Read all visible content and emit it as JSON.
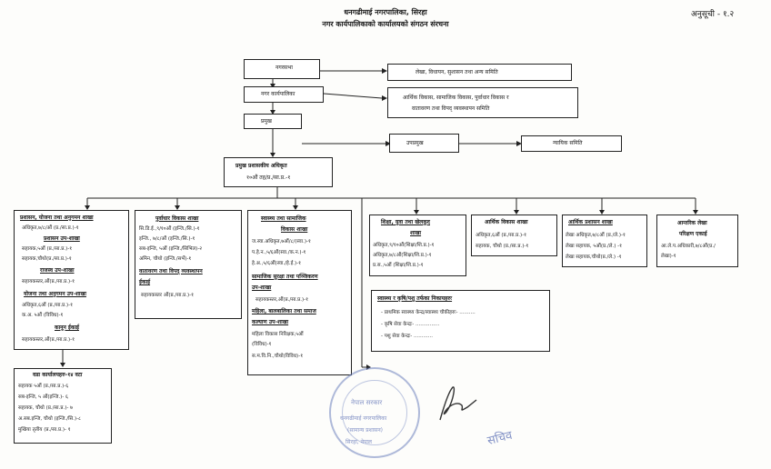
{
  "annex_label": "अनुसूची - १.२",
  "header": {
    "org": "धनगढीमाई नगरपालिका, सिरहा",
    "title": "नगर कार्यपालिकाको कार्यालयको संगठन संरचना"
  },
  "nodes": {
    "nagar_sabha": "नगरसभा",
    "nagar_sabha_committee": "लेखा, विधायन, सुशासन तथा अन्य समिति",
    "karyapalika": "नगर कार्यपालिका",
    "karyapalika_committee_1": "आर्थिक विकास, सामाजिक विकास, पुर्वाधार विकास र",
    "karyapalika_committee_2": "वातावरण तथा विपद् व्यवस्थापन समिति",
    "pramukh": "प्रमुख",
    "upapramukh": "उपप्रमुख",
    "nyayik": "न्यायिक समिति",
    "cao_1": "प्रमुख प्रशासकीय अधिकृत",
    "cao_2": "१०औं तह/प्र./सा.प्र.-१"
  },
  "branches": {
    "admin": {
      "title": "प्रशासन, योजना तथा अनुगमन शाखा",
      "l1": "अधिकृत,७/८/औं (प्र./सा.प्र.)-१",
      "sub1": "प्रशासन उप-शाखा",
      "l2": "सहायक,५औं (प्र./सा.प्र.)-१",
      "l3": "सहायक,चौथो(प्र./सा.प्र.)-१",
      "sub2": "राजस्व उप-शाखा",
      "l4": "सहायकस्तर,औं(प्र./सा.प्र.)-१",
      "sub3": "योजना तथा अनुगमन उप-शाखा",
      "l5": "अधिकृत,६औं (प्र./सा.प्र.)-१",
      "l6": "क.अ. ५औं (विविध)-१",
      "sub4": "कानून ईकाई",
      "l7": "सहायकस्तर,औं(प्र./सा.प्र.)-१"
    },
    "infra": {
      "title": "पुर्वाधार विकास शाखा",
      "l1": "सि.डि.ई.,९/१०औं (इन्जि./सि.)-१",
      "l2": "इन्जि., ७/८/औं (इन्जि./सि.)-१",
      "l3": "सब-इन्जि, ५औं (इन्जि./सिभिल)-२",
      "l4": "अमिन, चौथो (इन्जि./सर्भे)-१",
      "sub1": "वातावरण तथा विपद् व्यवस्थापन",
      "sub1b": "ईकाई",
      "l5": "सहायकस्तर औं(प्र./सा.प्र.)-१"
    },
    "health": {
      "title1": "स्वास्थ्य तथा सामाजिक",
      "title2": "विकास शाखा",
      "l1": "ज.स्वा.अधिकृत,७औं/८/(स्वा.)-१",
      "l2": "प.हे.न.,५/६औं(स्वा./क.न.)-१",
      "l3": "हे.अ.,५/६औं(स्वा./हे.ई.)-१",
      "sub1": "सामाजिक सुरक्षा तथा पञ्जिकरण",
      "sub1b": "उप-शाखा",
      "l4": "सहायकस्तर,औं(प्र./सा.प्र.)-१",
      "sub2": "महिला, बालबालिका तथा समाज",
      "sub2b": "कल्याण उप-शाखा",
      "l5": "महिला विकास निरिक्षक,५औं",
      "l6": "(विविध)-१",
      "l7": "स.म.वि.नि.,चौथो(विविध)-१"
    },
    "education": {
      "title1": "शिक्षा, युवा तथा खेलकुद",
      "title2": "शाखा",
      "l1": "अधिकृत,९/१०औं(शिक्षा/शि.प्र.)-१",
      "l2": "अधिकृत,७/८औं(शिक्षा/शि.प्र.)-१",
      "l3": "प्र.स.,५औं (शिक्षा/शि.प्र.)-१"
    },
    "economic": {
      "title": "आर्थिक विकास शाखा",
      "l1": "अधिकृत,६औं (प्र./सा.प्र.)-१",
      "l2": "सहायक, चौथो (प्र./सा.प्र.)-१"
    },
    "finance": {
      "title": "आर्थिक प्रशासन शाखा",
      "l1": "लेखा अधिकृत,७/८औं (प्र./ले.)-१",
      "l2": "लेखा सहायक, ५औं(प्र./ले.) -१",
      "l3": "लेखा सहायक,चौथो(प्र./ले.) -१"
    },
    "audit": {
      "title1": "आन्तरिक लेखा",
      "title2": "परिक्षण एकाई",
      "l1": "आ.ले.प.अधिकारी,७/८औं(प्र./",
      "l2": "लेखा)-१"
    }
  },
  "wards": {
    "title": "वडा कार्यालयहरु-१४ वटा",
    "l1": "सहायक ५औं (प्र./सा.प्र.)-६",
    "l2": "सब-इन्जि, ५ औं(इन्जि.)- ६",
    "l3": "सहायक, चौथो (प्र./सा.प्र.)- ७",
    "l4": "अ.सब.इन्जि, चौथो (इन्जि./सि.)-८",
    "l5": "मुखिया तृतीय (प्र./सा.प्र.)- १"
  },
  "health_units": {
    "title": "स्वास्थ्य र कृषि/पशु तर्फका निकायहरुः",
    "l1": "- प्राथमिक स्वास्थ्य केन्द्र/स्वास्थ्य चौकीहरुः- ..........",
    "l2": "- कृषि सेवा केन्द्रः- ...............",
    "l3": "- पशु सेवा केन्द्रः- ............"
  },
  "stamp": {
    "line1": "नेपाल सरकार",
    "line2": "धनगढीमाई नगरपालिका",
    "line3": "(सामान्य प्रशासन)",
    "line4": "सिरहा, नेपाल"
  },
  "sachib": "सचिव"
}
